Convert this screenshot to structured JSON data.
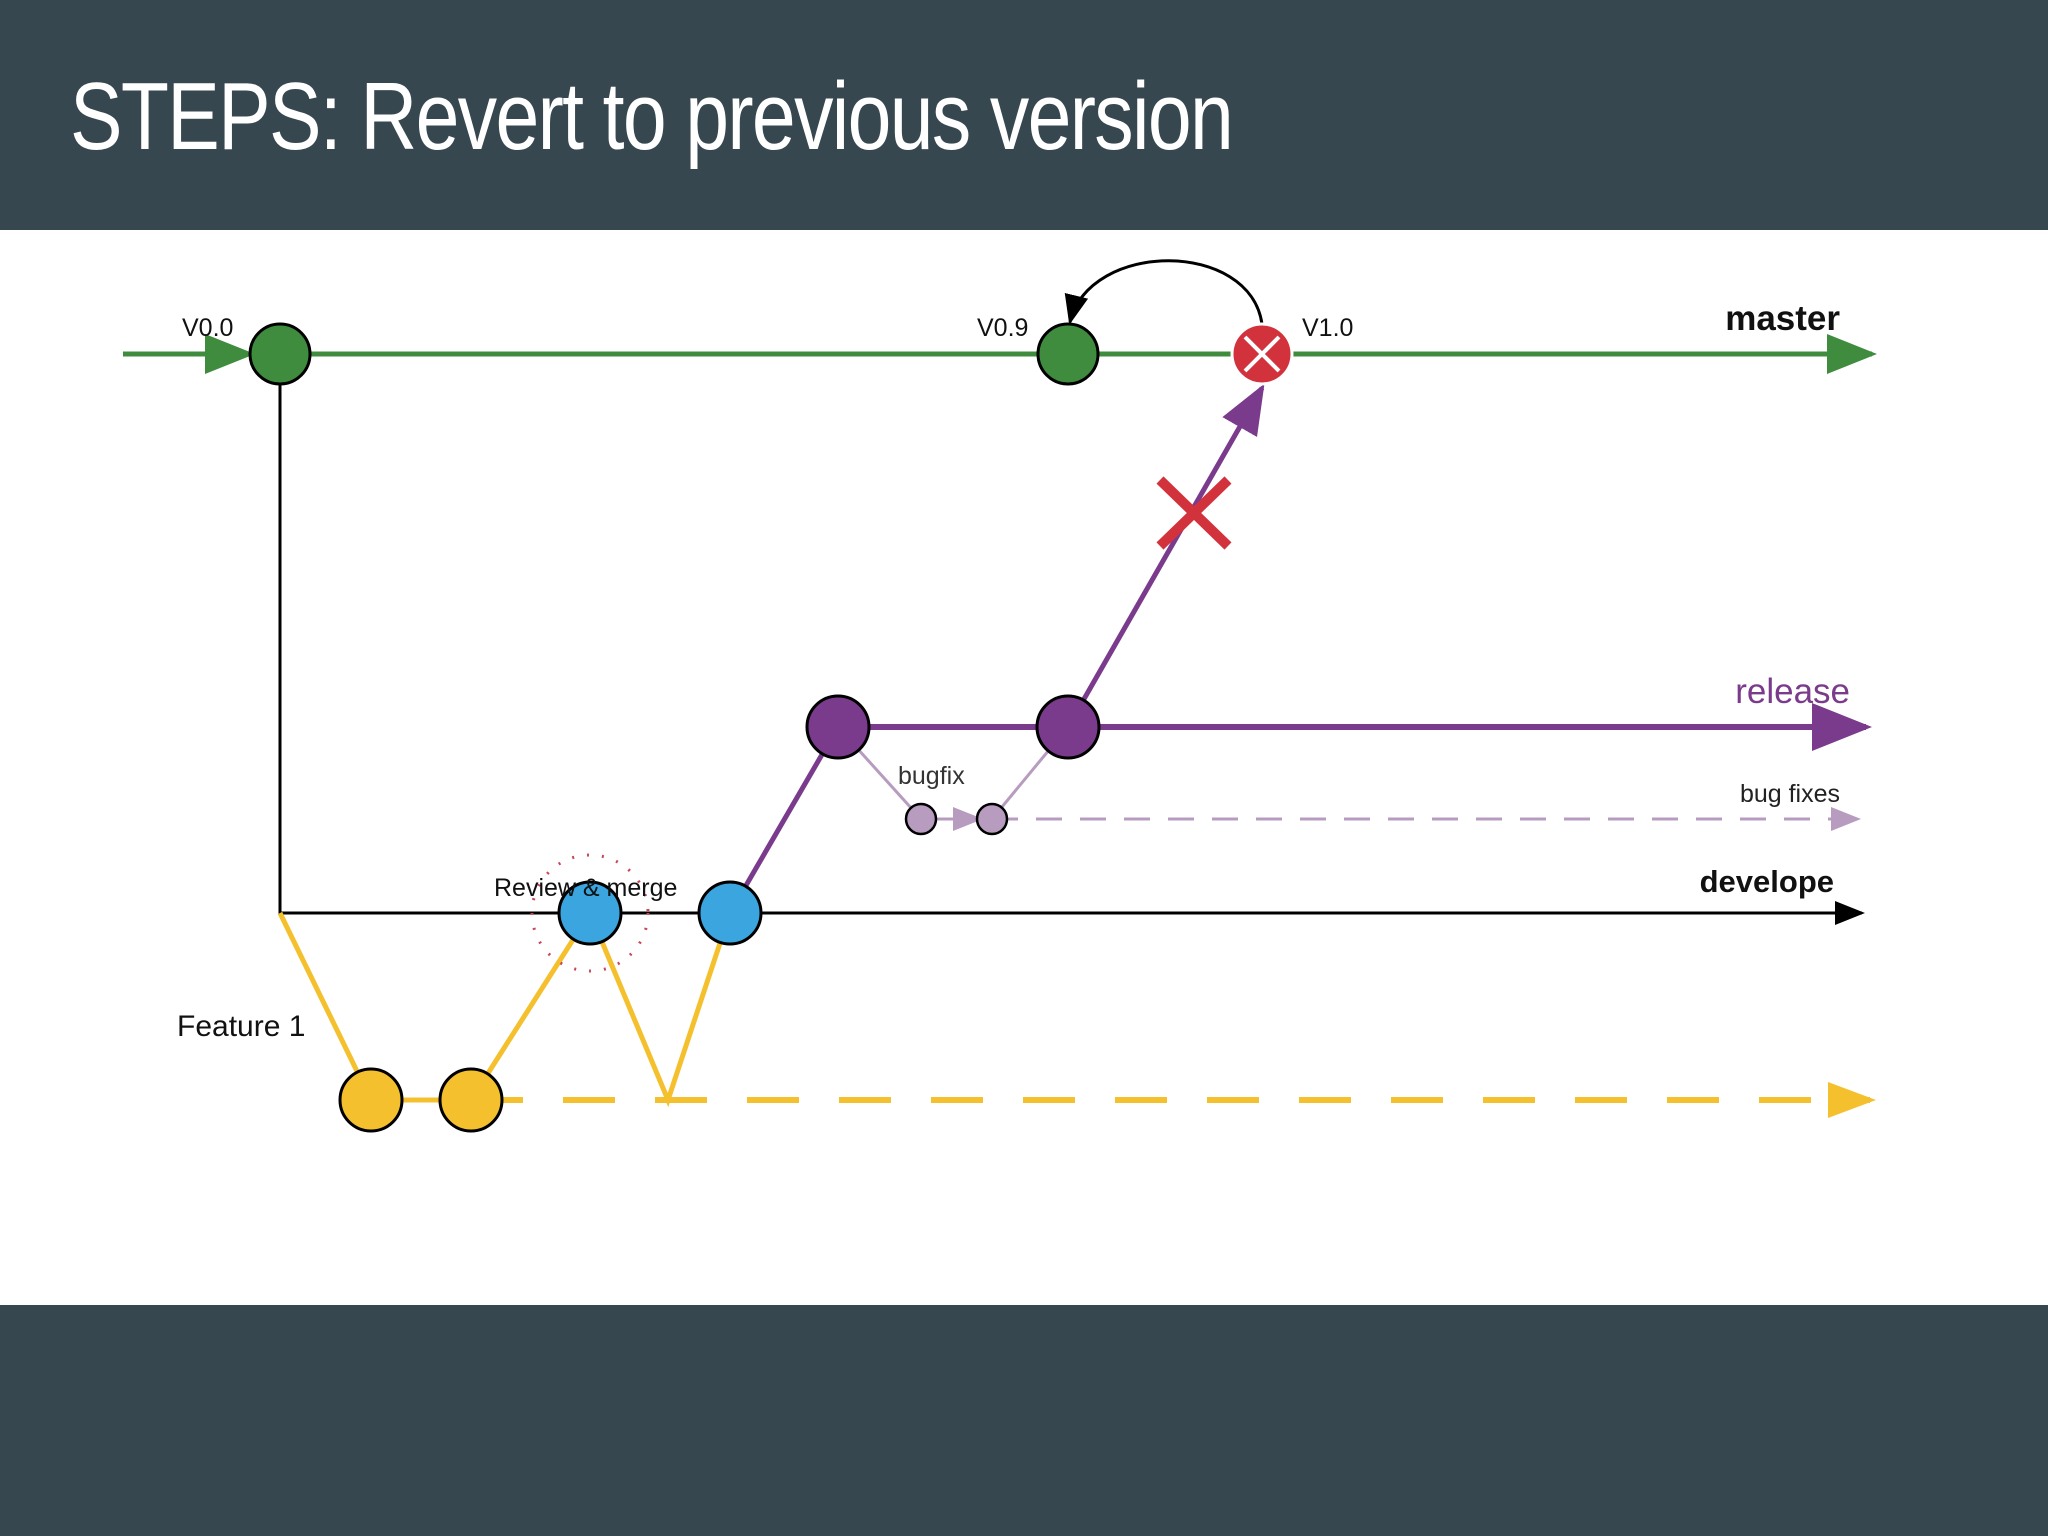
{
  "slide": {
    "title": "STEPS: Revert to previous version"
  },
  "diagram": {
    "branches": {
      "master": "master",
      "release": "release",
      "bug_fixes": "bug fixes",
      "develope": "develope",
      "feature": "Feature 1"
    },
    "labels": {
      "v00": "V0.0",
      "v09": "V0.9",
      "v10": "V1.0",
      "bugfix": "bugfix",
      "review_merge": "Review & merge"
    },
    "colors": {
      "master": "#3f8c3f",
      "release": "#7b3b8c",
      "bugfix": "#b79cc0",
      "develope": "#000000",
      "feature": "#f5c02e",
      "review": "#3aa5df",
      "revert": "#d2323b",
      "header": "#36474f"
    }
  }
}
